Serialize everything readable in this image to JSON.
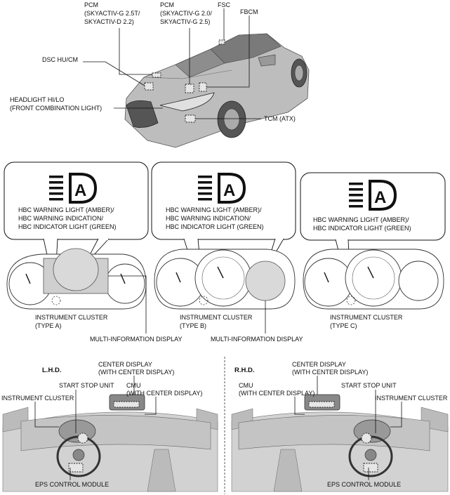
{
  "callouts": {
    "pcm1": [
      "PCM",
      "(SKYACTIV-G 2.5T/",
      "SKYACTIV-D 2.2)"
    ],
    "pcm2": [
      "PCM",
      "(SKYACTIV-G 2.0/",
      "SKYACTIV-G 2.5)"
    ],
    "fsc": "FSC",
    "fbcm": "FBCM",
    "dsc": "DSC HU/CM",
    "headlight": [
      "HEADLIGHT HI/LO",
      "(FRONT COMBINATION LIGHT)"
    ],
    "tcm": "TCM (ATX)"
  },
  "bubbles": {
    "a": [
      "HBC WARNING LIGHT (AMBER)/",
      "HBC WARNING INDICATION/",
      "HBC INDICATOR LIGHT (GREEN)"
    ],
    "b": [
      "HBC WARNING LIGHT (AMBER)/",
      "HBC WARNING INDICATION/",
      "HBC INDICATOR LIGHT (GREEN)"
    ],
    "c": [
      "HBC WARNING LIGHT (AMBER)/",
      "HBC INDICATOR LIGHT (GREEN)"
    ],
    "symbol_letter": "A"
  },
  "clusters": {
    "a": [
      "INSTRUMENT CLUSTER",
      "(TYPE A)"
    ],
    "b": [
      "INSTRUMENT CLUSTER",
      "(TYPE B)"
    ],
    "c": [
      "INSTRUMENT CLUSTER",
      "(TYPE C)"
    ],
    "mid_a": "MULTI-INFORMATION DISPLAY",
    "mid_b": "MULTI-INFORMATION DISPLAY"
  },
  "lhd": {
    "title": "L.H.D.",
    "center_display": [
      "CENTER DISPLAY",
      "(WITH CENTER DISPLAY)"
    ],
    "start_stop": "START STOP UNIT",
    "cmu": [
      "CMU",
      "(WITH CENTER DISPLAY)"
    ],
    "instrument": "INSTRUMENT CLUSTER",
    "eps": "EPS CONTROL MODULE"
  },
  "rhd": {
    "title": "R.H.D.",
    "center_display": [
      "CENTER DISPLAY",
      "(WITH CENTER DISPLAY)"
    ],
    "cmu": [
      "CMU",
      "(WITH CENTER DISPLAY)"
    ],
    "start_stop": "START STOP UNIT",
    "instrument": "INSTRUMENT CLUSTER",
    "eps": "EPS CONTROL MODULE"
  }
}
